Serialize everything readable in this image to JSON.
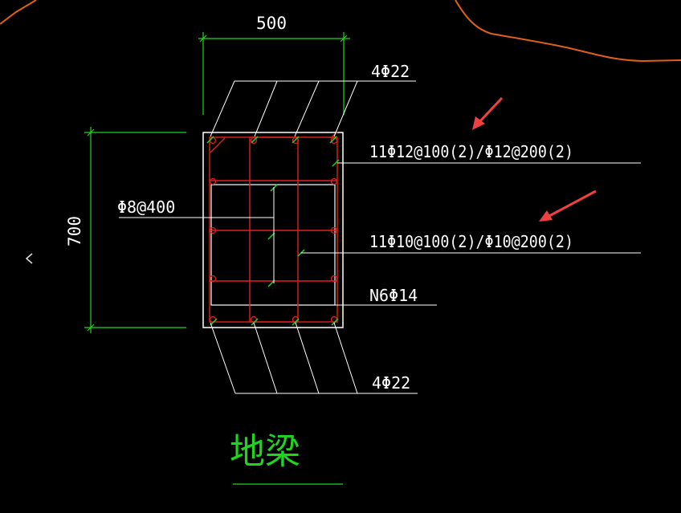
{
  "dimensions": {
    "width": "500",
    "height": "700"
  },
  "labels": {
    "top_bars": "4Φ22",
    "bottom_bars": "4Φ22",
    "stirrup_outer": "11Φ12@100(2)/Φ12@200(2)",
    "stirrup_inner": "11Φ10@100(2)/Φ10@200(2)",
    "tie_bars": "Φ8@400",
    "side_bars": "N6Φ14"
  },
  "title": "地梁",
  "nav": {
    "back_icon": "chevron-left-icon"
  },
  "colors": {
    "background": "#000000",
    "rebar": "#e02020",
    "outline": "#ffffff",
    "dimension": "#1ed61e",
    "leader": "#ffffff",
    "arrow": "#f04040",
    "contour": "#e0601a"
  }
}
